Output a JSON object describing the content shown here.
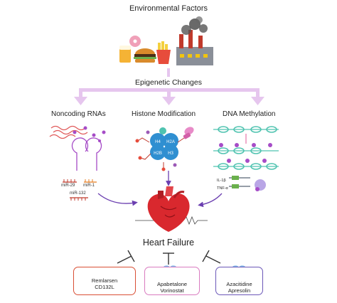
{
  "title": "Environmental Factors",
  "epigenetic": "Epigenetic Changes",
  "categories": {
    "noncoding": "Noncoding RNAs",
    "histone": "Histone Modification",
    "dna": "DNA Methylation"
  },
  "mirnas": [
    "miR-29",
    "miR-1",
    "miR-132"
  ],
  "histones": [
    "H4",
    "H2A",
    "H2B",
    "H3"
  ],
  "cytokines": [
    "IL-1β",
    "TNF-α"
  ],
  "outcome": "Heart Failure",
  "drugs": [
    {
      "line1": "Remlarsen",
      "line2": "CD132L"
    },
    {
      "line1": "Apabetalone",
      "line2": "Vorinostat"
    },
    {
      "line1": "Azacitidine",
      "line2": "Apresolin"
    }
  ],
  "colors": {
    "arrow": "#e6c6ee",
    "heart": "#d9282e",
    "remlarsen_border": "#d94f35",
    "apabetalone_border": "#d97bc0",
    "azacitidine_border": "#6b57b8",
    "histone_blue": "#2f8fd1",
    "dna_teal": "#4fc3b0",
    "rna_purple": "#a64cc7"
  }
}
